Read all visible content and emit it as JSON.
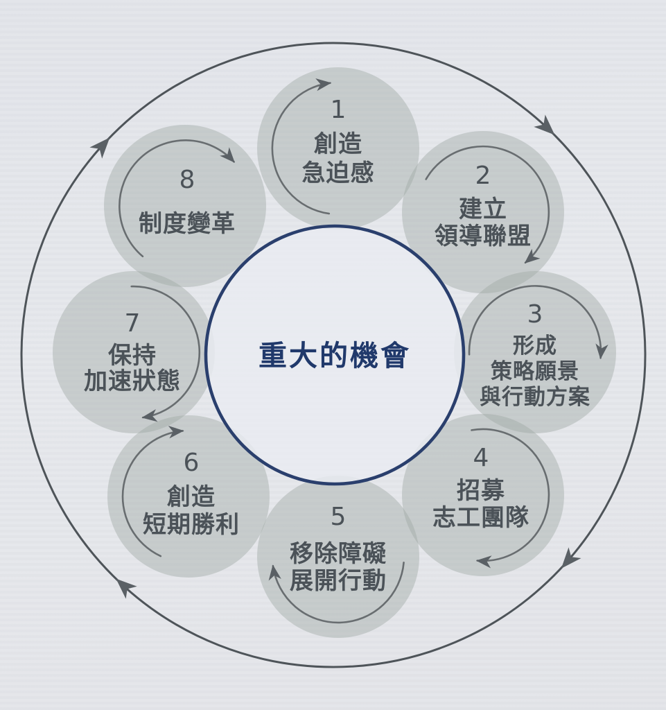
{
  "diagram": {
    "center_label": "重大的機會",
    "steps": [
      {
        "number": "1",
        "lines": [
          "創造",
          "急迫感"
        ]
      },
      {
        "number": "2",
        "lines": [
          "建立",
          "領導聯盟"
        ]
      },
      {
        "number": "3",
        "lines": [
          "形成",
          "策略願景",
          "與行動方案"
        ]
      },
      {
        "number": "4",
        "lines": [
          "招募",
          "志工團隊"
        ]
      },
      {
        "number": "5",
        "lines": [
          "移除障礙",
          "展開行動"
        ]
      },
      {
        "number": "6",
        "lines": [
          "創造",
          "短期勝利"
        ]
      },
      {
        "number": "7",
        "lines": [
          "保持",
          "加速狀態"
        ]
      },
      {
        "number": "8",
        "lines": [
          "制度變革"
        ]
      }
    ],
    "colors": {
      "background": "#e4e6ea",
      "step_circle_fill": "#cfd3d3",
      "center_ring": "#2a3f6d",
      "center_text": "#20396b",
      "step_text": "#4b5258",
      "arrow": "#5a6065"
    }
  }
}
